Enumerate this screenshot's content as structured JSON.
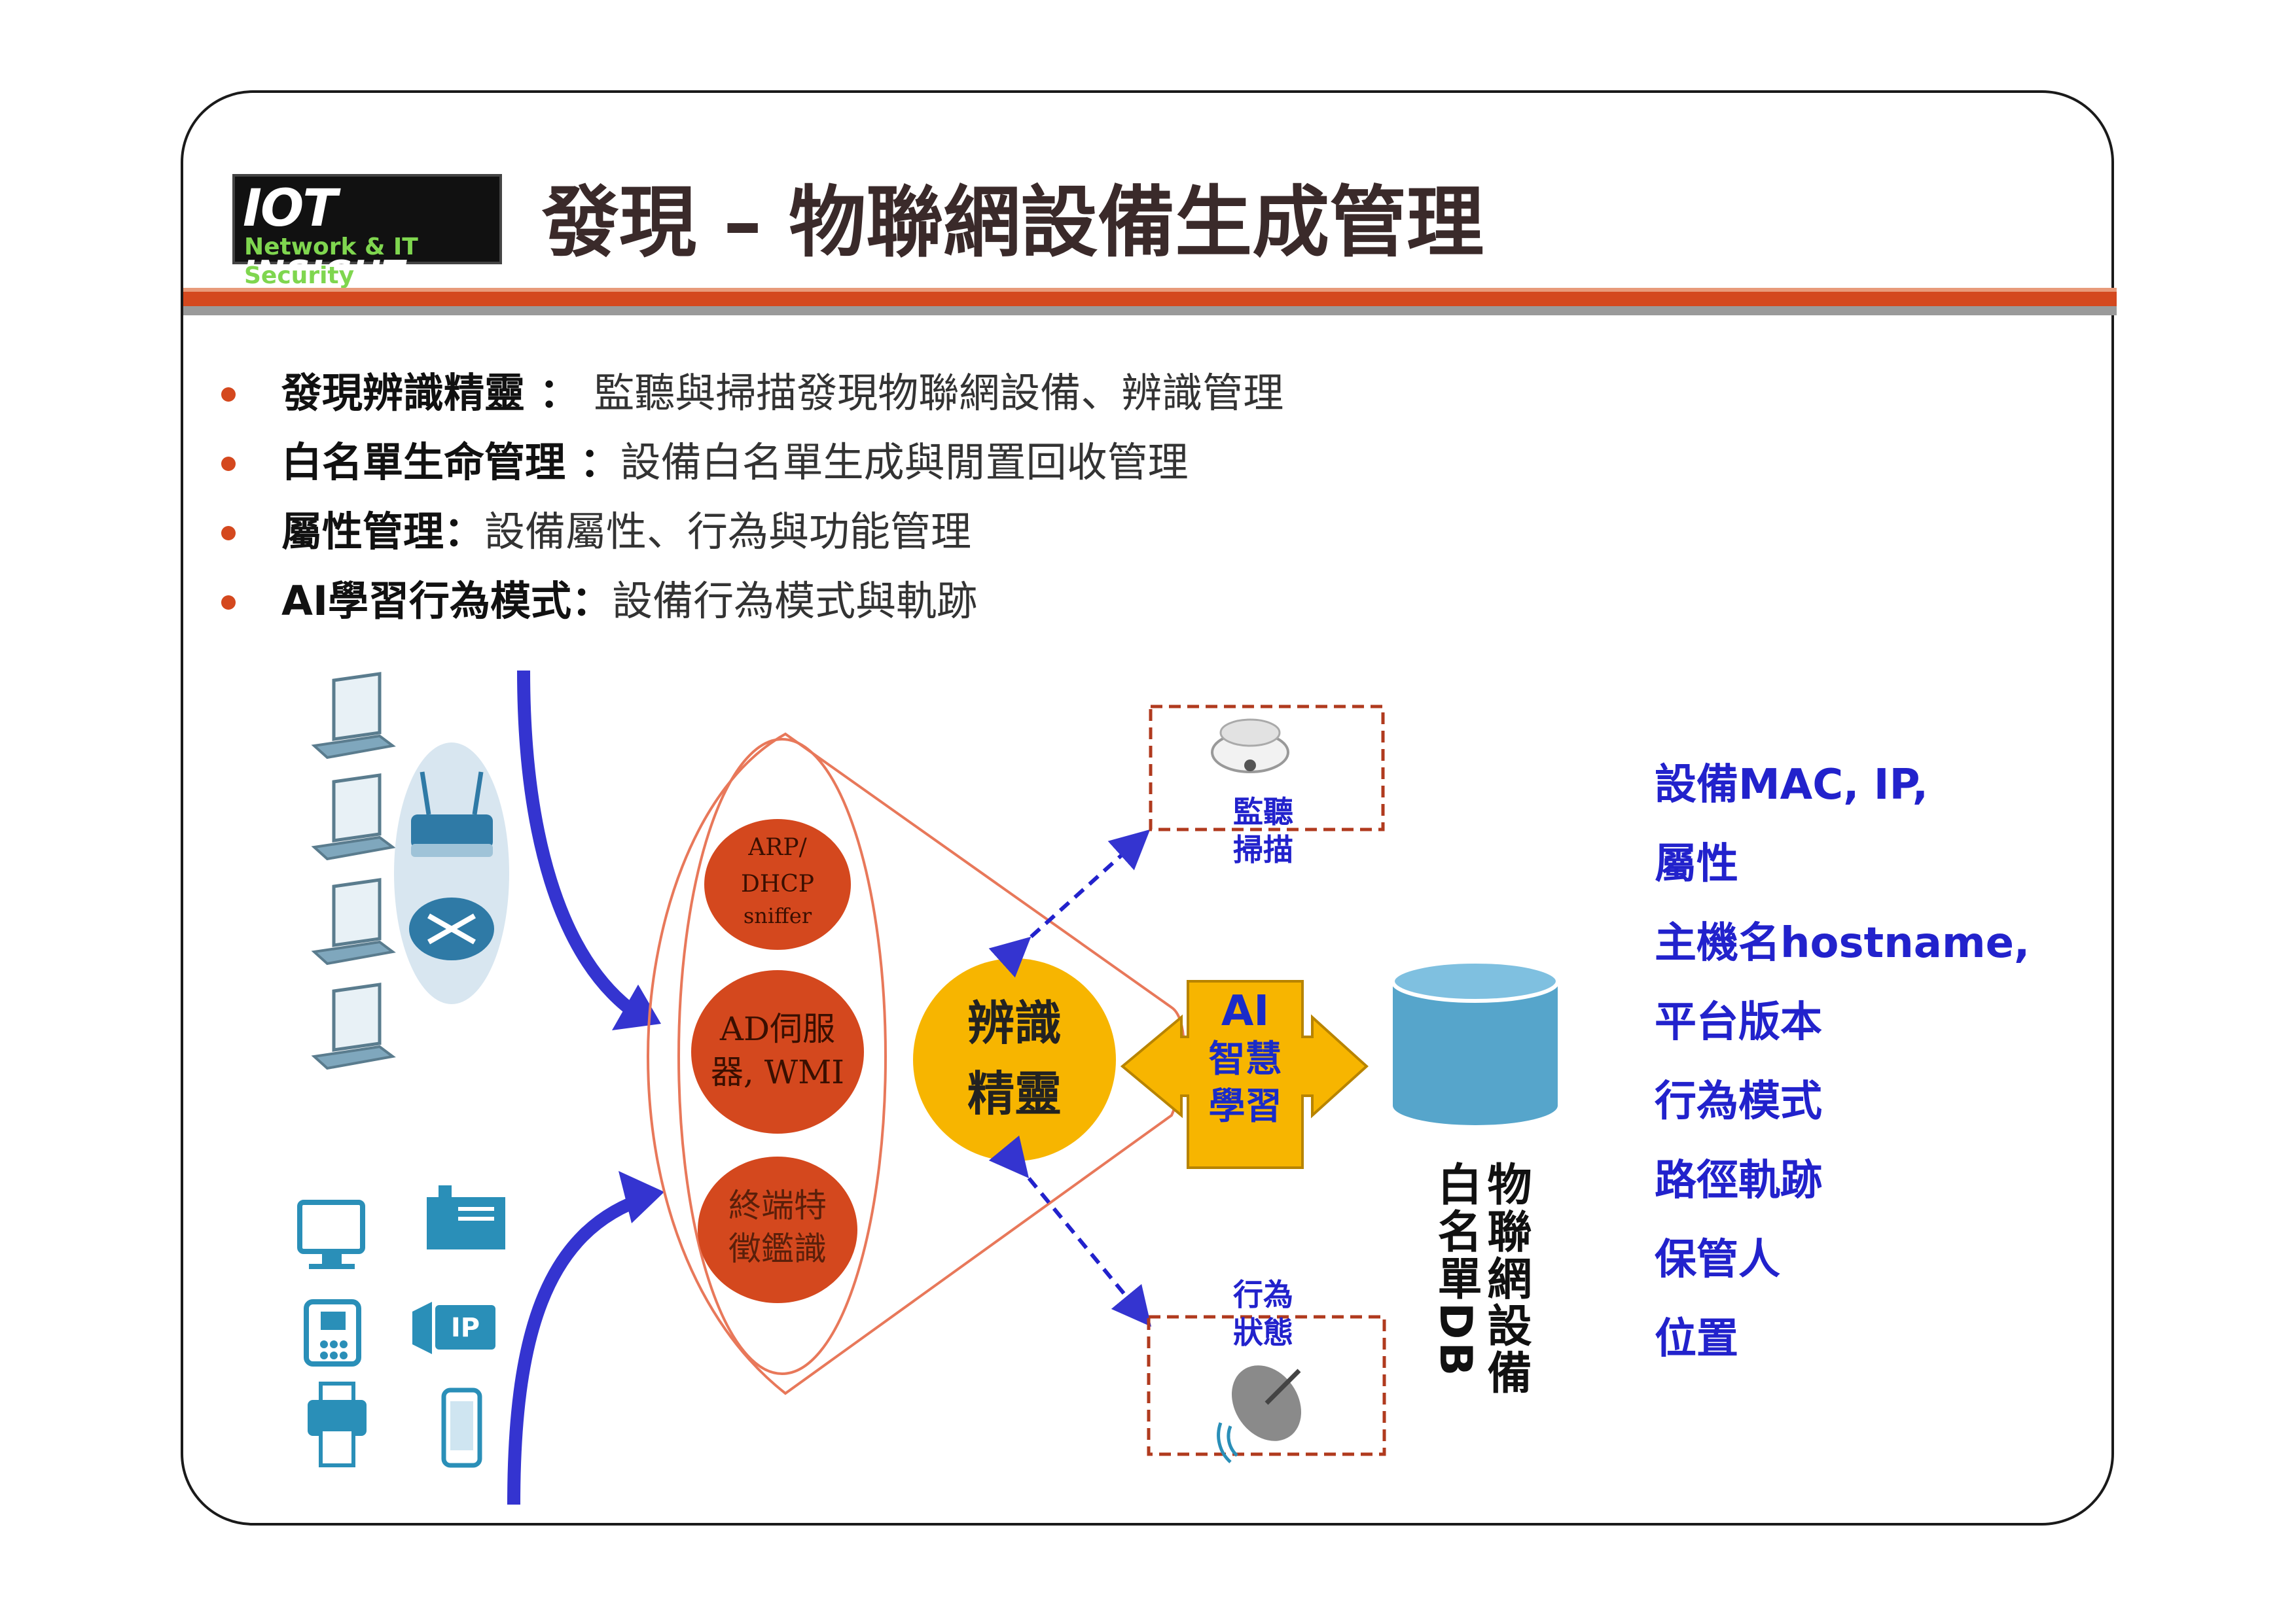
{
  "logo": {
    "brand_main": "IOT",
    "brand_sub": "INSIGHT",
    "tagline": "Network & IT Security"
  },
  "title": "發現 – 物聯網設備生成管理",
  "bullets": [
    {
      "term": "發現辨識精靈",
      "sep": " ： ",
      "desc": "監聽與掃描發現物聯網設備、辨識管理"
    },
    {
      "term": "白名單生命管理",
      "sep": " ：",
      "desc": "設備白名單生成與閒置回收管理"
    },
    {
      "term": "屬性管理",
      "sep": "：",
      "desc": "設備屬性、行為與功能管理"
    },
    {
      "term": "AI學習行為模式",
      "sep": "：",
      "desc": "設備行為模式與軌跡"
    }
  ],
  "diagram": {
    "circles": [
      {
        "line1": "ARP/",
        "line2": "DHCP",
        "line3": "sniffer"
      },
      {
        "line1": "AD伺服",
        "line2": "器, WMI"
      },
      {
        "line1": "終端特",
        "line2": "徵鑑識"
      }
    ],
    "center": {
      "line1": "辨識",
      "line2": "精靈"
    },
    "ai": {
      "line1": "AI",
      "line2": "智慧",
      "line3": "學習"
    },
    "monitor_label": {
      "line1": "監聽",
      "line2": "掃描"
    },
    "behavior_label": {
      "line1": "行為",
      "line2": "狀態"
    },
    "db_label": {
      "col1": "物聯網設備",
      "col2": "白名單DB"
    },
    "ip_badge": "IP",
    "attributes": [
      "設備MAC, IP,",
      "屬性",
      "主機名hostname,",
      "平台版本",
      "行為模式",
      "路徑軌跡",
      "保管人",
      "位置"
    ]
  },
  "colors": {
    "accent": "#d4481e",
    "blue_text": "#2222cc",
    "circle_fill": "#d4481e",
    "center_fill": "#f7b500",
    "db_fill": "#56a5cb",
    "arrow_blue": "#3434d0"
  }
}
